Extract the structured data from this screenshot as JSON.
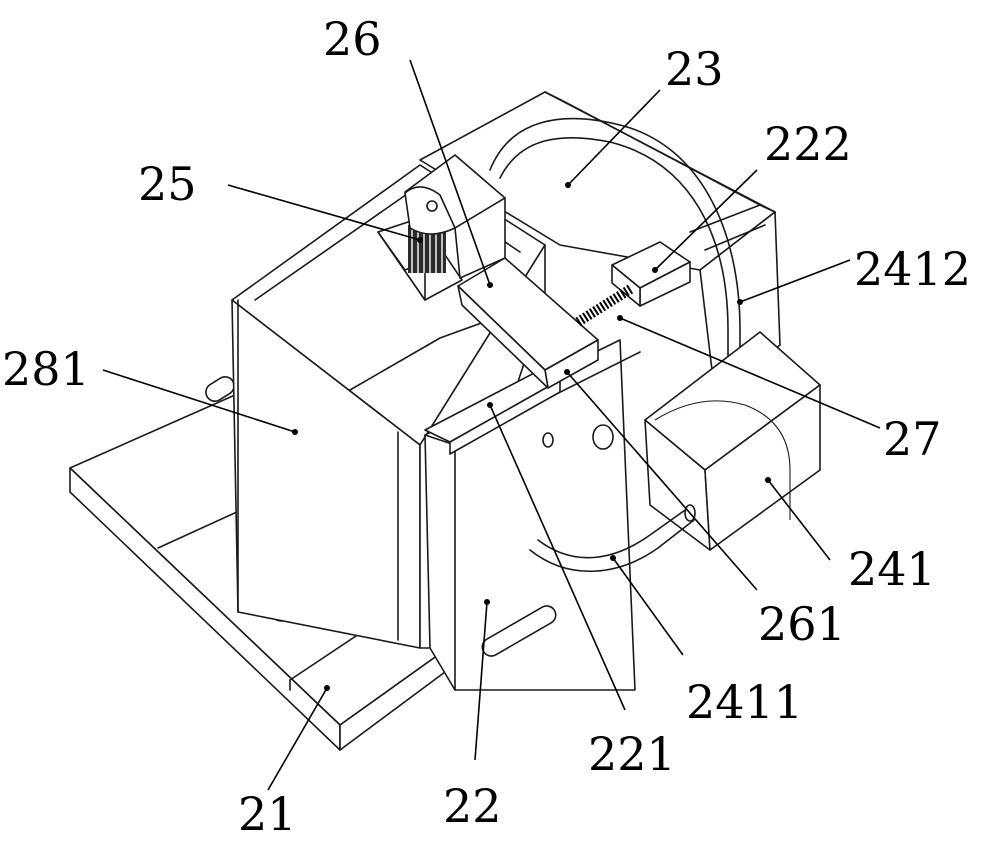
{
  "labels": {
    "l26": "26",
    "l23": "23",
    "l222": "222",
    "l25": "25",
    "l2412": "2412",
    "l281": "281",
    "l27": "27",
    "l241": "241",
    "l261": "261",
    "l2411": "2411",
    "l221": "221",
    "l21": "21",
    "l22": "22"
  }
}
